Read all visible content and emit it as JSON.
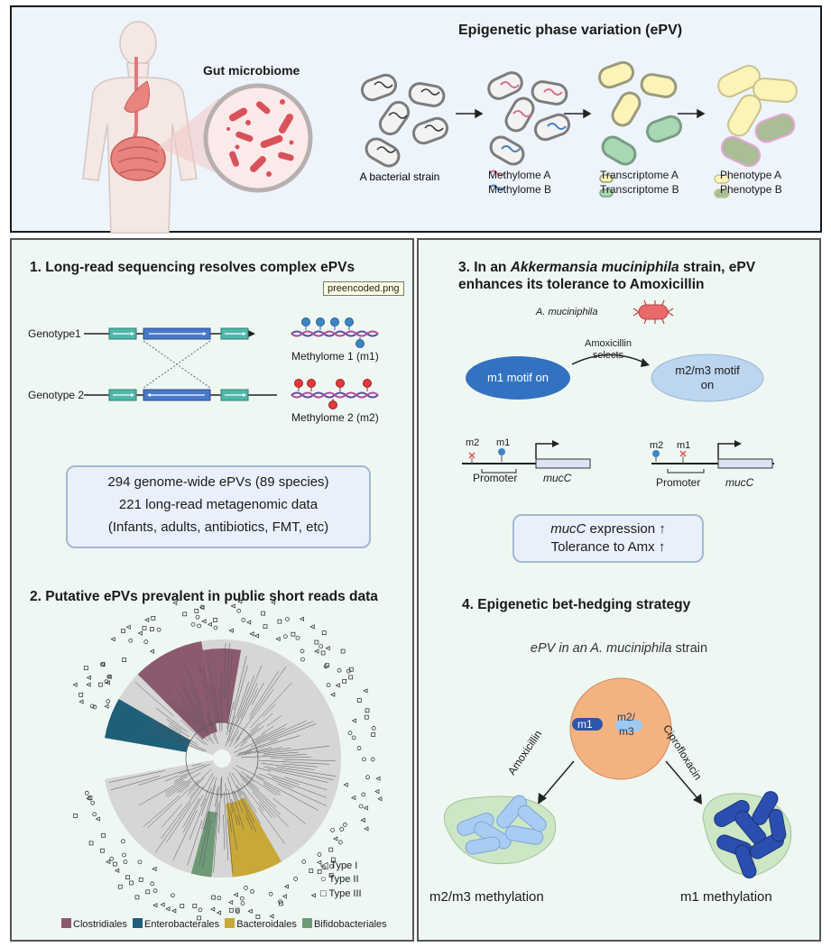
{
  "top": {
    "title": "Epigenetic phase variation (ePV)",
    "gut_label": "Gut microbiome",
    "bacterial_strain": "A bacterial strain",
    "methylome_a": "Methylome A",
    "methylome_b": "Methylome B",
    "transcriptome_a": "Transcriptome A",
    "transcriptome_b": "Transcriptome B",
    "phenotype_a": "Phenotype A",
    "phenotype_b": "Phenotype B"
  },
  "section1": {
    "title": "1. Long-read sequencing resolves complex ePVs",
    "tooltip": "preencoded.png",
    "genotype1": "Genotype1",
    "genotype2": "Genotype 2",
    "methylome1": "Methylome 1 (m1)",
    "methylome2": "Methylome 2 (m2)",
    "summary_line1": "294 genome-wide ePVs (89 species)",
    "summary_line2": "221 long-read metagenomic data",
    "summary_line3": "(Infants, adults, antibiotics, FMT, etc)"
  },
  "section2": {
    "title": "2. Putative ePVs prevalent in public short reads data",
    "type1": "Type I",
    "type2": "Type II",
    "type3": "Type III",
    "legend": [
      {
        "label": "Clostridiales",
        "color": "#8c5a6e"
      },
      {
        "label": "Enterobacterales",
        "color": "#1f5f7a"
      },
      {
        "label": "Bacteroidales",
        "color": "#c8a838"
      },
      {
        "label": "Bifidobacteriales",
        "color": "#6f9a78"
      }
    ]
  },
  "section3": {
    "title_prefix": "3. In an ",
    "title_italic": "Akkermansia muciniphila",
    "title_suffix": " strain, ePV",
    "title_line2": "enhances its tolerance to Amoxicillin",
    "species": "A. muciniphila",
    "m1_on": "m1 motif on",
    "selects_line1": "Amoxicillin",
    "selects_line2": "selects",
    "m23_line1": "m2/m3 motif",
    "m23_line2": "on",
    "m2": "m2",
    "m1": "m1",
    "promoter": "Promoter",
    "gene": "mucC",
    "expr_gene": "mucC",
    "expr_suffix": " expression ↑",
    "tolerance": "Tolerance to Amx ↑"
  },
  "section4": {
    "title": "4. Epigenetic bet-hedging strategy",
    "subtitle_prefix": "ePV in an ",
    "subtitle_italic": "A. muciniphila",
    "subtitle_suffix": " strain",
    "cell_m1": "m1",
    "cell_m23_line1": "m2/",
    "cell_m23_line2": "m3",
    "amoxicillin": "Amoxicillin",
    "ciprofloxacin": "Ciprofloxacin",
    "result_left": "m2/m3 methylation",
    "result_right": "m1 methylation"
  }
}
